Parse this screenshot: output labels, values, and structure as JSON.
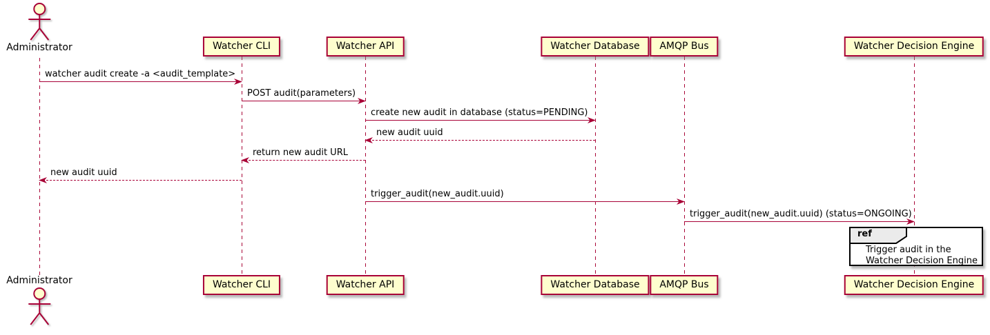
{
  "diagram": {
    "type": "sequence-diagram",
    "style": "plantuml"
  },
  "colors": {
    "participant_fill": "#FEFECE",
    "participant_border": "#A80036",
    "arrow": "#A80036",
    "lifeline": "#A80036",
    "ref_border": "#000000",
    "ref_tab_fill": "#EBEBEB",
    "text": "#000000"
  },
  "participants": [
    {
      "label": "Administrator",
      "type": "actor"
    },
    {
      "label": "Watcher CLI",
      "type": "participant"
    },
    {
      "label": "Watcher API",
      "type": "participant"
    },
    {
      "label": "Watcher Database",
      "type": "participant"
    },
    {
      "label": "AMQP Bus",
      "type": "participant"
    },
    {
      "label": "Watcher Decision Engine",
      "type": "participant"
    }
  ],
  "messages": [
    {
      "from": "Administrator",
      "to": "Watcher CLI",
      "text": "watcher audit create -a <audit_template>",
      "line": "solid"
    },
    {
      "from": "Watcher CLI",
      "to": "Watcher API",
      "text": "POST audit(parameters)",
      "line": "solid"
    },
    {
      "from": "Watcher API",
      "to": "Watcher Database",
      "text": "create new audit in database (status=PENDING)",
      "line": "solid"
    },
    {
      "from": "Watcher Database",
      "to": "Watcher API",
      "text": "new audit uuid",
      "line": "dashed"
    },
    {
      "from": "Watcher API",
      "to": "Watcher CLI",
      "text": "return new audit URL",
      "line": "dashed"
    },
    {
      "from": "Watcher CLI",
      "to": "Administrator",
      "text": "new audit uuid",
      "line": "dashed"
    },
    {
      "from": "Watcher API",
      "to": "AMQP Bus",
      "text": "trigger_audit(new_audit.uuid)",
      "line": "solid"
    },
    {
      "from": "AMQP Bus",
      "to": "Watcher Decision Engine",
      "text": "trigger_audit(new_audit.uuid) (status=ONGOING)",
      "line": "solid"
    }
  ],
  "ref": {
    "keyword": "ref",
    "over": "Watcher Decision Engine",
    "lines": [
      "Trigger audit in the",
      "Watcher Decision Engine"
    ]
  }
}
